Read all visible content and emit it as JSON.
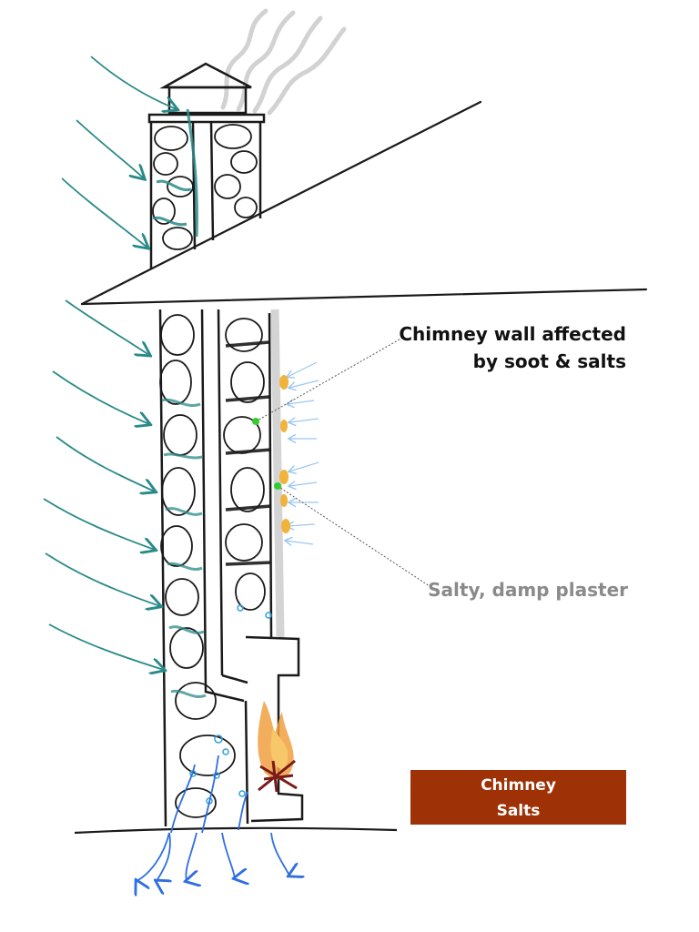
{
  "labels": {
    "chimney_wall_line1": "Chimney wall affected",
    "chimney_wall_line2": "by soot & salts",
    "salty_plaster": "Salty, damp plaster"
  },
  "badge": {
    "line1": "Chimney",
    "line2": "Salts"
  },
  "colors": {
    "outline": "#1a1a1a",
    "rain": "#2a8a8a",
    "ground_water": "#2f6fe0",
    "interior_moisture": "#9cc8f0",
    "salt_spots": "#f2b33a",
    "fire": "#f0a040",
    "embers": "#7a1a1a",
    "smoke": "#c8c8c8",
    "plaster": "#d4d4d4",
    "badge_bg": "#9e3106",
    "grey_label": "#8a8a8a"
  }
}
